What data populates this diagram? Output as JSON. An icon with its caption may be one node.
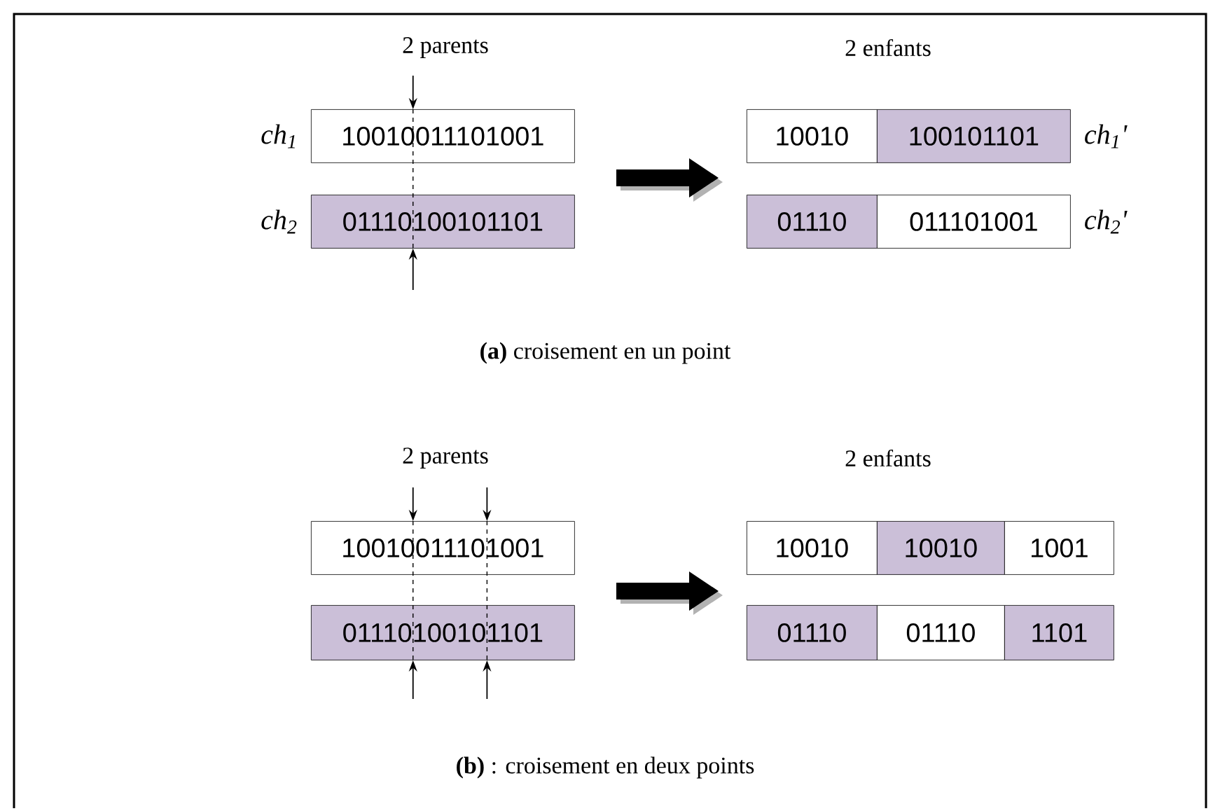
{
  "diagram": {
    "nodes": [
      {
        "text": [
          "10010011101001"
        ],
        "beside": [
          "ch$_{1}$"
        ]
      },
      {
        "text": [
          "01110100101101"
        ],
        "beside": [
          "ch$_{2}$"
        ]
      },
      {
        "text": [
          "10010"
        ]
      },
      {
        "text": [
          "100101101"
        ],
        "beside": [
          "ch$_{1}$'"
        ]
      },
      {
        "text": [
          "01110"
        ]
      },
      {
        "text": [
          "011101001"
        ],
        "beside": [
          "ch$_{2}$'"
        ]
      },
      {
        "text": [
          "10010011101001"
        ]
      },
      {
        "text": [
          "01110100101101"
        ]
      },
      {
        "text": [
          "10010"
        ]
      },
      {
        "text": [
          "10010"
        ]
      },
      {
        "text": [
          "1001"
        ]
      },
      {
        "text": [
          "01110"
        ]
      },
      {
        "text": [
          "01110"
        ]
      },
      {
        "text": [
          "1101"
        ]
      }
    ],
    "edges": [
      {
        "from": null,
        "to": 0,
        "arrow": "to"
      },
      {
        "from": 0,
        "to": 1,
        "arrow": "none",
        "style": "dashed"
      },
      {
        "from": null,
        "to": 1,
        "arrow": "to"
      },
      {
        "from": null,
        "to": 6,
        "arrow": "to"
      },
      {
        "from": null,
        "to": 6,
        "arrow": "to"
      },
      {
        "from": 6,
        "to": 7,
        "arrow": "none",
        "style": "dashed"
      },
      {
        "from": 6,
        "to": 7,
        "arrow": "none",
        "style": "dashed"
      },
      {
        "from": null,
        "to": 7,
        "arrow": "to"
      },
      {
        "from": null,
        "to": 7,
        "arrow": "to"
      }
    ],
    "labels": [
      "2 parents",
      "2 enfants",
      "**(a)**  croisement en un point",
      "2 parents",
      "2 enfants",
      "**(b)** : croisement en deux points"
    ]
  }
}
